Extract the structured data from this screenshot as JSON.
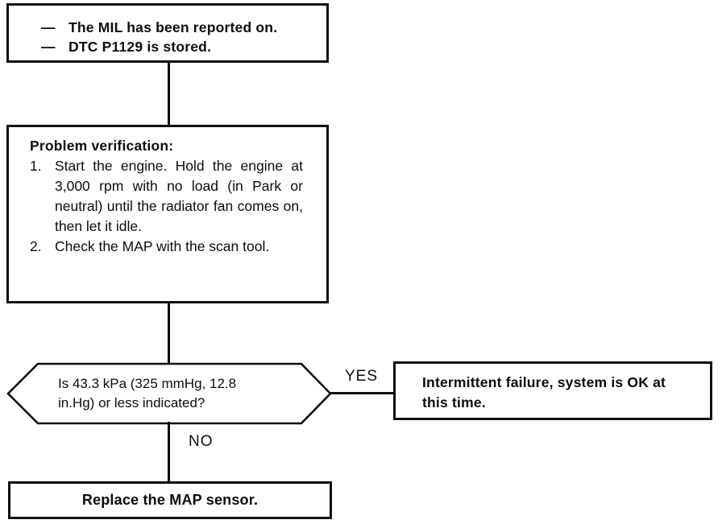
{
  "flow": {
    "start": {
      "bullet": "—",
      "lines": [
        "The MIL has been reported on.",
        "DTC P1129 is stored."
      ]
    },
    "verification": {
      "title": "Problem verification:",
      "steps": [
        {
          "num": "1.",
          "text": "Start the engine. Hold the engine at 3,000 rpm with no load (in Park or neutral) until the radiator fan comes on, then let it idle."
        },
        {
          "num": "2.",
          "text": "Check the MAP with the scan tool."
        }
      ]
    },
    "decision": {
      "question": "Is 43.3 kPa (325 mmHg, 12.8 in.Hg) or less indicated?"
    },
    "labels": {
      "yes": "YES",
      "no": "NO"
    },
    "yes_result": {
      "text": "Intermittent failure, system is OK at this time."
    },
    "no_result": {
      "text": "Replace the MAP sensor."
    }
  },
  "colors": {
    "line": "#101010",
    "background": "#ffffff"
  }
}
